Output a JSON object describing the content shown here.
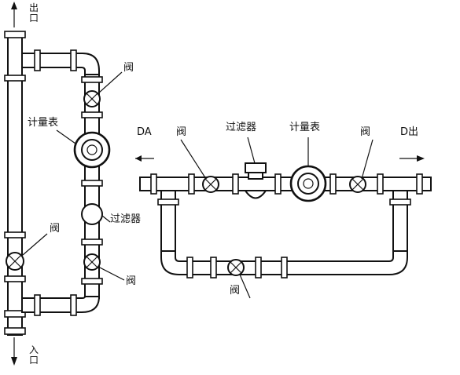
{
  "left_unit": {
    "outlet_label": "出口",
    "inlet_label": "入口",
    "valve_top_label": "阀",
    "meter_label": "计量表",
    "strainer_label": "过滤器",
    "bypass_valve_label": "阀",
    "valve_bottom_label": "阀"
  },
  "right_unit": {
    "inlet_label": "DA",
    "outlet_label": "D出",
    "valve_left_label": "阀",
    "strainer_label": "过滤器",
    "meter_label": "计量表",
    "valve_right_label": "阀",
    "bypass_valve_label": "阀"
  }
}
